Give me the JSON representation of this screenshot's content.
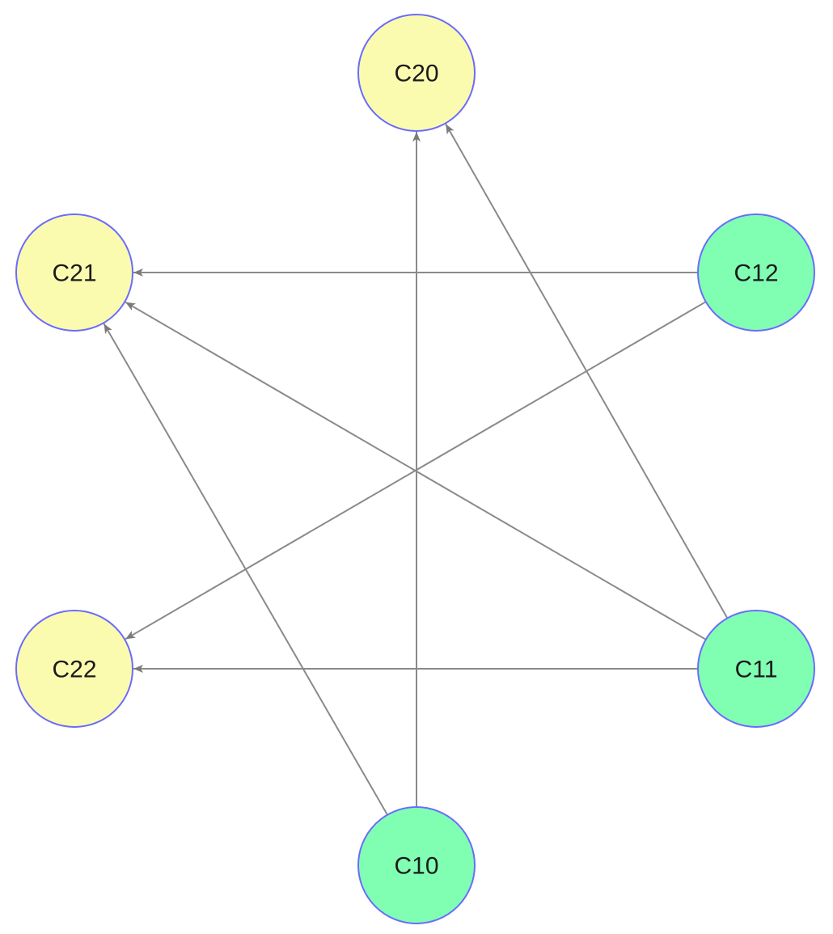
{
  "diagram": {
    "nodes": [
      {
        "id": "C20",
        "label": "C20",
        "color": "#fbfbb0"
      },
      {
        "id": "C21",
        "label": "C21",
        "color": "#fbfbb0"
      },
      {
        "id": "C22",
        "label": "C22",
        "color": "#fbfbb0"
      },
      {
        "id": "C12",
        "label": "C12",
        "color": "#80ffb3"
      },
      {
        "id": "C11",
        "label": "C11",
        "color": "#80ffb3"
      },
      {
        "id": "C10",
        "label": "C10",
        "color": "#80ffb3"
      }
    ],
    "edges": [
      {
        "from": "C10",
        "to": "C20"
      },
      {
        "from": "C10",
        "to": "C21"
      },
      {
        "from": "C11",
        "to": "C20"
      },
      {
        "from": "C11",
        "to": "C21"
      },
      {
        "from": "C11",
        "to": "C22"
      },
      {
        "from": "C12",
        "to": "C21"
      },
      {
        "from": "C12",
        "to": "C22"
      }
    ],
    "colors": {
      "edge": "#8a8a8a",
      "arrow": "#7a7a7a",
      "node_border": "#6b6bff"
    }
  }
}
